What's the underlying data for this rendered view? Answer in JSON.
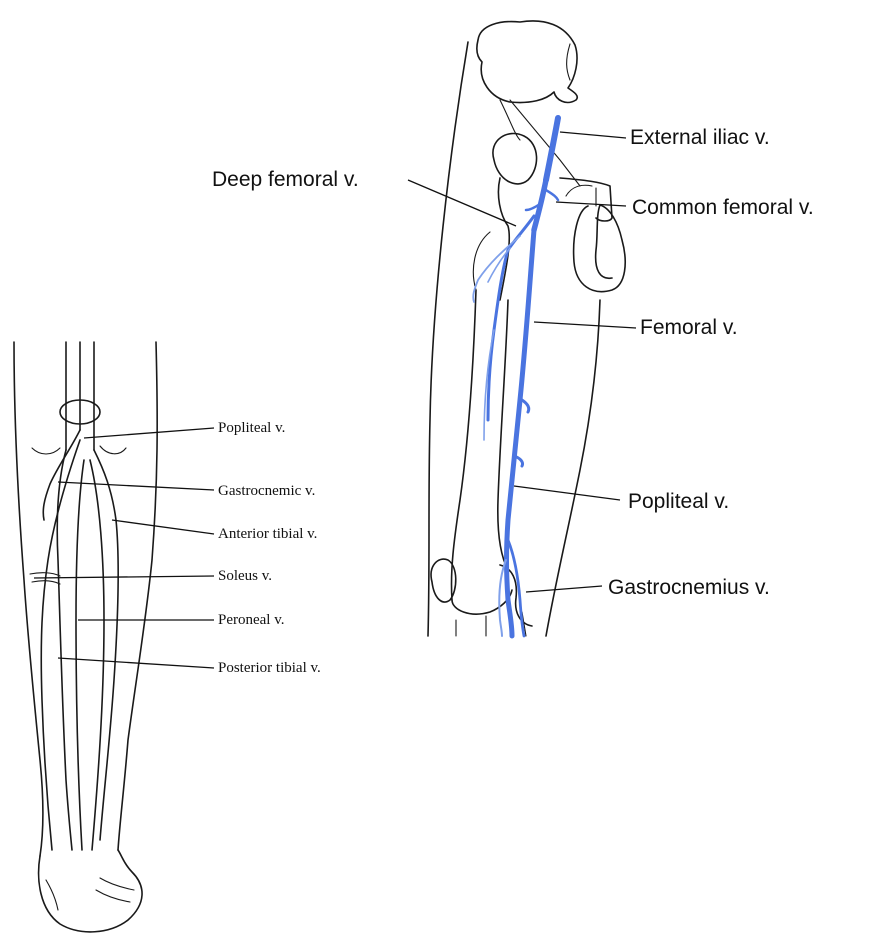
{
  "colors": {
    "vein": "#4a74e0",
    "vein_light": "#7fa0ea",
    "ink": "#1a1a1a",
    "background": "#ffffff"
  },
  "thigh_diagram": {
    "labels": {
      "external_iliac": "External  iliac v.",
      "deep_femoral": "Deep femoral v.",
      "common_femoral": "Common  femoral v.",
      "femoral": "Femoral v.",
      "popliteal": "Popliteal v.",
      "gastrocnemius": "Gastrocnemius v."
    }
  },
  "calf_diagram": {
    "labels": {
      "popliteal": "Popliteal v.",
      "gastrocnemic": "Gastrocnemic v.",
      "anterior_tibial": "Anterior tibial v.",
      "soleus": "Soleus v.",
      "peroneal": "Peroneal v.",
      "posterior_tibial": "Posterior tibial v."
    }
  }
}
